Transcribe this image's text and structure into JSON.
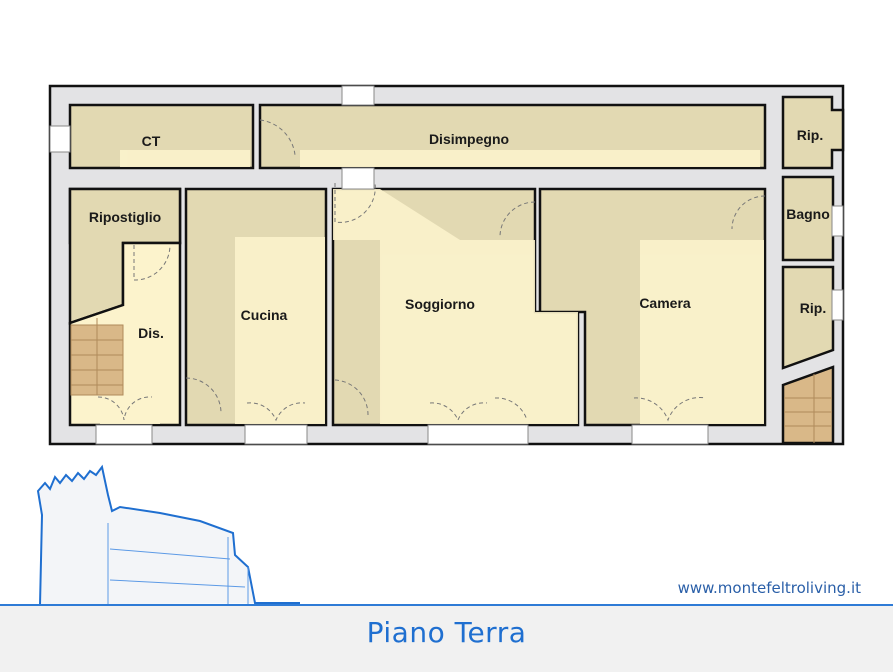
{
  "floor_plan": {
    "title": "Piano Terra",
    "website": "www.montefeltroliving.it",
    "rooms": [
      {
        "id": "ct",
        "label": "CT"
      },
      {
        "id": "disimpegno",
        "label": "Disimpegno"
      },
      {
        "id": "rip_top",
        "label": "Rip."
      },
      {
        "id": "ripostiglio",
        "label": "Ripostiglio"
      },
      {
        "id": "dis",
        "label": "Dis."
      },
      {
        "id": "cucina",
        "label": "Cucina"
      },
      {
        "id": "soggiorno",
        "label": "Soggiorno"
      },
      {
        "id": "camera",
        "label": "Camera"
      },
      {
        "id": "bagno",
        "label": "Bagno"
      },
      {
        "id": "rip_bottom",
        "label": "Rip."
      }
    ],
    "colors": {
      "wall_fill": "#e3e3e5",
      "wall_stroke": "#111111",
      "room_shadow": "#e2d9b2",
      "room_light": "#fcf3cc",
      "stairs": "#d9b888",
      "accent_blue": "#1f6fd0"
    }
  }
}
